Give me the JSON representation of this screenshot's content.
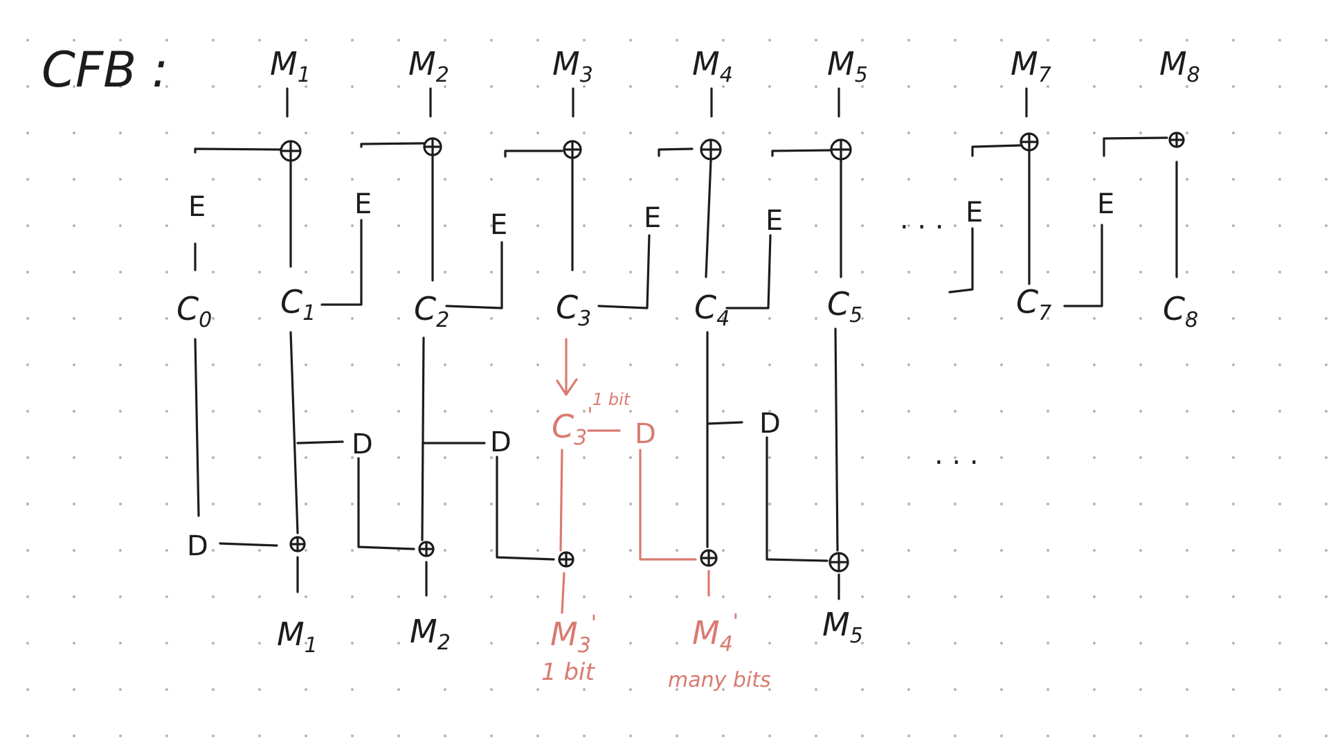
{
  "title": "CFB :",
  "plaintext_top": [
    {
      "base": "M",
      "sub": "1"
    },
    {
      "base": "M",
      "sub": "2"
    },
    {
      "base": "M",
      "sub": "3"
    },
    {
      "base": "M",
      "sub": "4"
    },
    {
      "base": "M",
      "sub": "5"
    },
    {
      "base": "M",
      "sub": "7"
    },
    {
      "base": "M",
      "sub": "8"
    }
  ],
  "ciphertext": [
    {
      "base": "C",
      "sub": "0"
    },
    {
      "base": "C",
      "sub": "1"
    },
    {
      "base": "C",
      "sub": "2"
    },
    {
      "base": "C",
      "sub": "3"
    },
    {
      "base": "C",
      "sub": "4"
    },
    {
      "base": "C",
      "sub": "5"
    },
    {
      "base": "C",
      "sub": "7"
    },
    {
      "base": "C",
      "sub": "8"
    }
  ],
  "plaintext_bottom": [
    {
      "base": "M",
      "sub": "1"
    },
    {
      "base": "M",
      "sub": "2"
    },
    {
      "base": "M",
      "sub": "5"
    }
  ],
  "block_labels": {
    "encrypt": "E",
    "decrypt": "D"
  },
  "ellipsis": {
    "top": ". . .",
    "bottom": ". . ."
  },
  "error_annotation": {
    "c3_prime": {
      "base": "C",
      "sub": "3",
      "mark": "'"
    },
    "c3_note": "1 bit",
    "m3_prime": {
      "base": "M",
      "sub": "3",
      "mark": "'"
    },
    "m3_note": "1 bit",
    "m4_prime": {
      "base": "M",
      "sub": "4",
      "mark": "'"
    },
    "m4_note": "many bits"
  },
  "colors": {
    "ink": "#1c1c1c",
    "error": "#d97a70",
    "grid_dot": "#b5b5b5"
  }
}
